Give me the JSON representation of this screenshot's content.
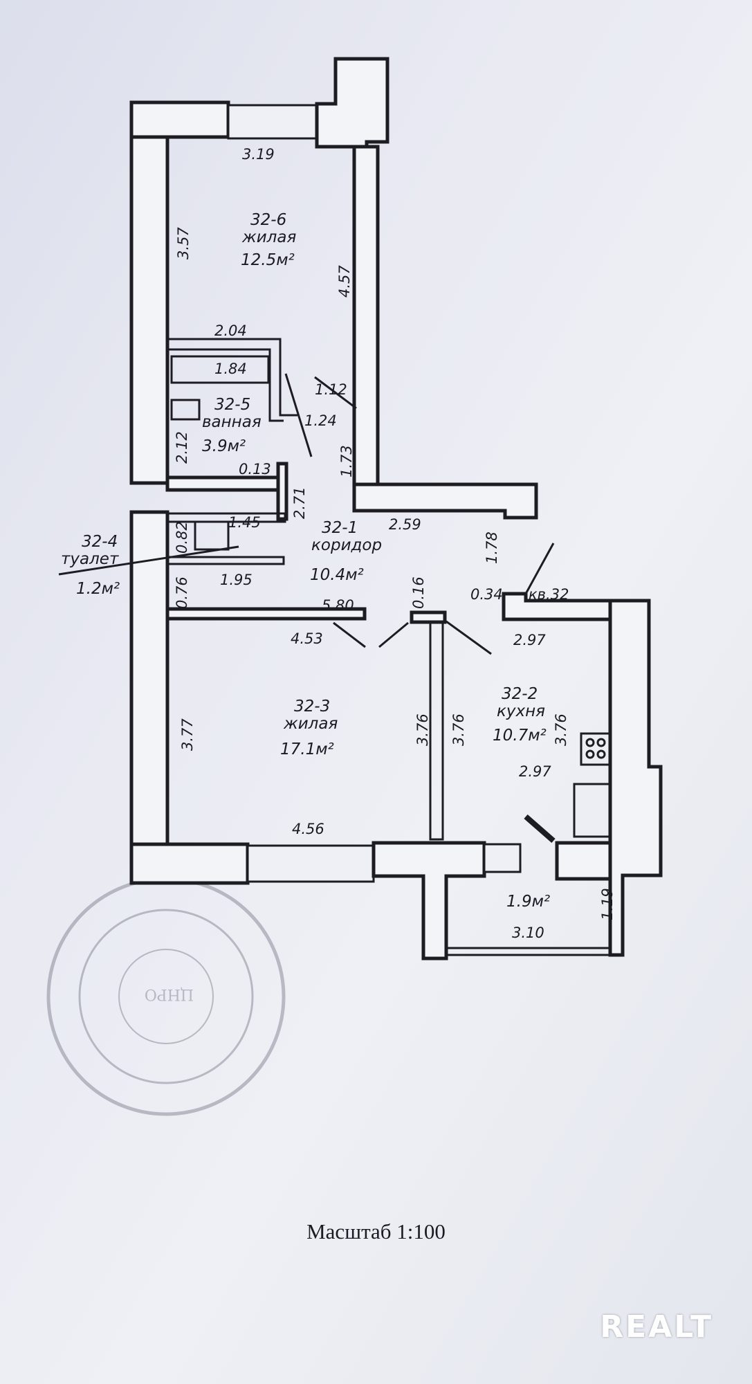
{
  "plan": {
    "rooms": {
      "r326": {
        "code": "32-6",
        "type": "жилая",
        "area": "12.5м²"
      },
      "r325": {
        "code": "32-5",
        "type": "ванная",
        "area": "3.9м²"
      },
      "r324": {
        "code": "32-4",
        "type": "туалет",
        "area": "1.2м²"
      },
      "r321": {
        "code": "32-1",
        "type": "коридор",
        "area": "10.4м²"
      },
      "r323": {
        "code": "32-3",
        "type": "жилая",
        "area": "17.1м²"
      },
      "r322": {
        "code": "32-2",
        "type": "кухня",
        "area": "10.7м²"
      },
      "balcony": {
        "area": "1.9м²"
      }
    },
    "apartment_label": "кв.32",
    "dimensions": {
      "d319": "3.19",
      "d357": "3.57",
      "d457": "4.57",
      "d204": "2.04",
      "d184": "1.84",
      "d112": "1.12",
      "d124": "1.24",
      "d212": "2.12",
      "d173": "1.73",
      "d013": "0.13",
      "d271": "2.71",
      "d259": "2.59",
      "d082": "0.82",
      "d145": "1.45",
      "d076": "0.76",
      "d195": "1.95",
      "d178": "1.78",
      "d034": "0.34",
      "d016": "0.16",
      "d580": "5.80",
      "d453": "4.53",
      "d297a": "2.97",
      "d377": "3.77",
      "d376a": "3.76",
      "d376b": "3.76",
      "d376c": "3.76",
      "d297b": "2.97",
      "d456": "4.56",
      "d119": "1.19",
      "d310": "3.10"
    }
  },
  "scale_text": "Масштаб 1:100",
  "watermark": "REALT",
  "colors": {
    "ink": "#1c1c22",
    "paper": "#e9eaf2",
    "stamp": "#8a8c9a"
  }
}
